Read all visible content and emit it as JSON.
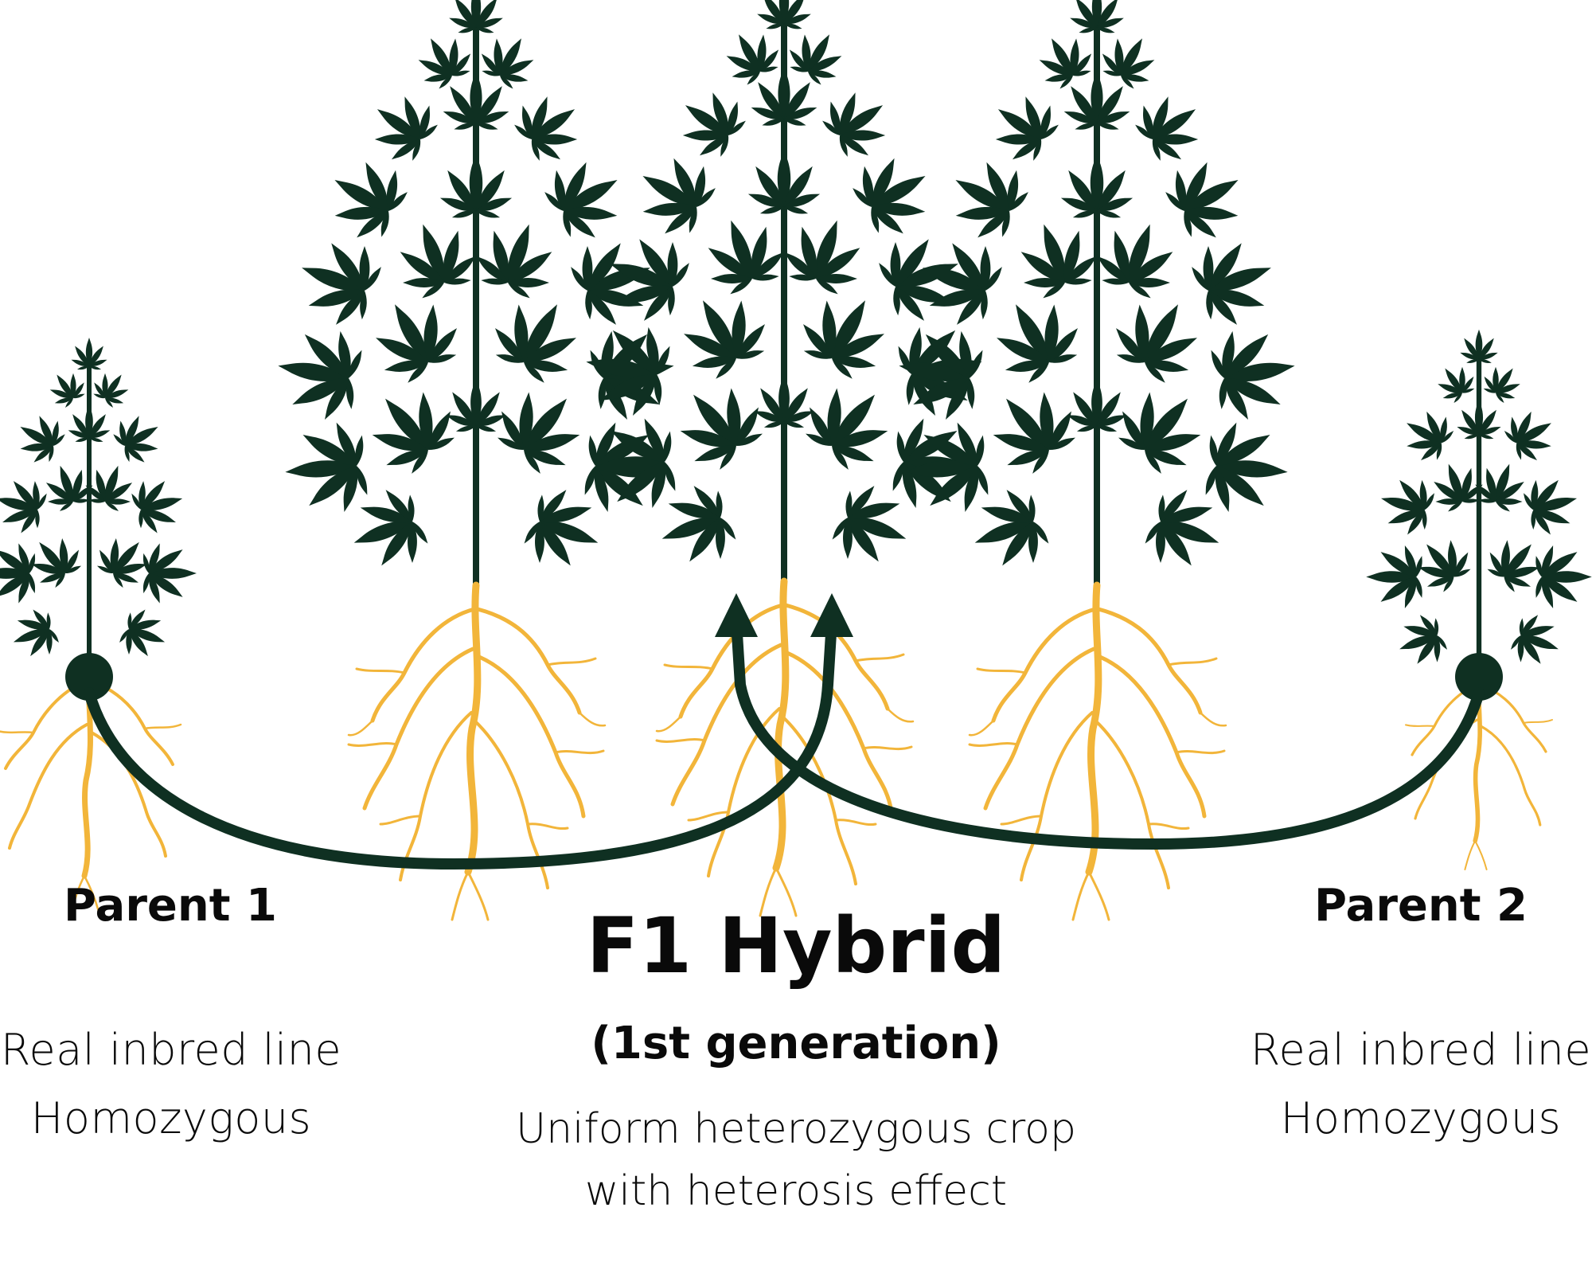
{
  "colors": {
    "foliage": "#0f3022",
    "roots": "#f2b53a",
    "arrow": "#0f3022",
    "text": "#0a0a0a"
  },
  "parent1": {
    "title": "Parent 1",
    "line1": "Real inbred line",
    "line2": "Homozygous"
  },
  "hybrid": {
    "title": "F1 Hybrid",
    "generation": "(1st generation)",
    "line1": "Uniform heterozygous crop",
    "line2": "with heterosis effect"
  },
  "parent2": {
    "title": "Parent 2",
    "line1": "Real inbred line",
    "line2": "Homozygous"
  }
}
